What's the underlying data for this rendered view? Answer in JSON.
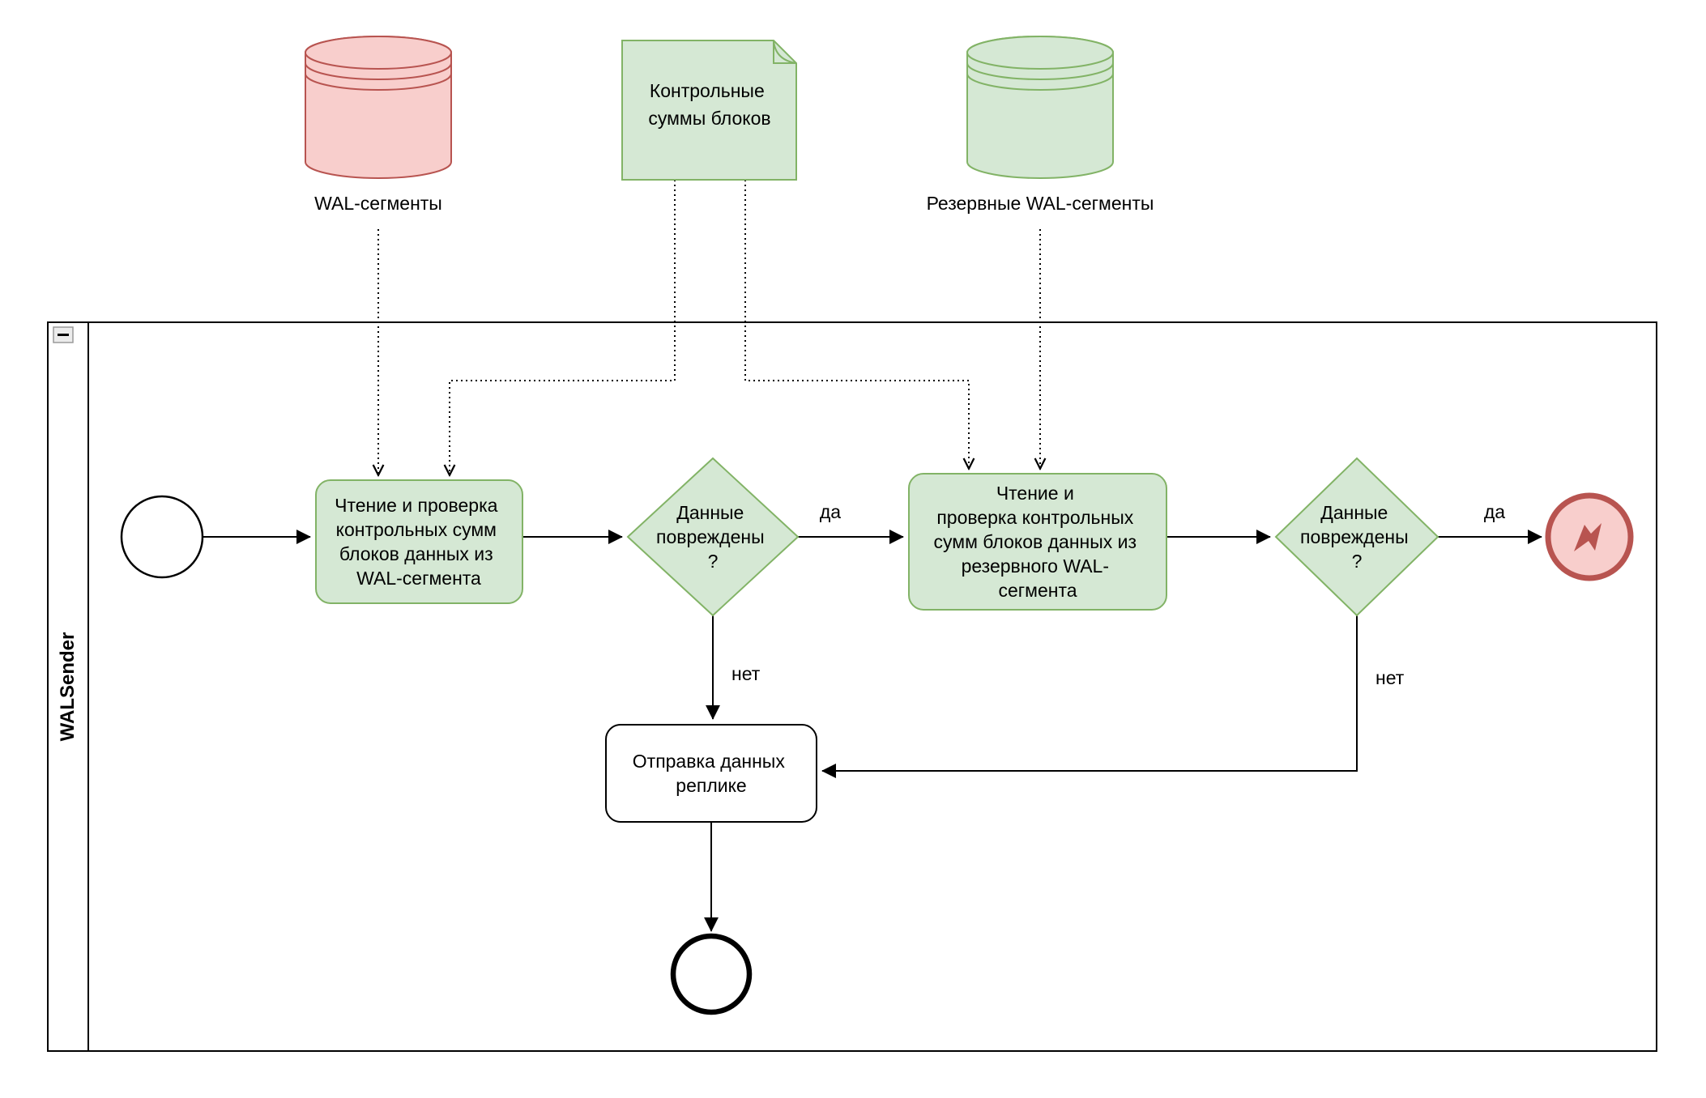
{
  "colors": {
    "green_fill": "#d5e8d4",
    "green_stroke": "#82b366",
    "red_fill": "#f8cecc",
    "red_stroke": "#b85450",
    "flow_line": "#000000",
    "task_plain_fill": "#ffffff"
  },
  "pool": {
    "label": "WALSender"
  },
  "stores": {
    "wal": {
      "label": "WAL-сегменты"
    },
    "checksums": {
      "line1": "Контрольные",
      "line2": "суммы блоков"
    },
    "backup": {
      "label": "Резервные WAL-сегменты"
    }
  },
  "tasks": {
    "read_wal": {
      "line1": "Чтение и проверка",
      "line2": "контрольных сумм",
      "line3": "блоков данных из",
      "line4": "WAL-сегмента"
    },
    "read_backup": {
      "line1": "Чтение и",
      "line2": "проверка контрольных",
      "line3": "сумм блоков данных из",
      "line4": "резервного WAL-",
      "line5": "сегмента"
    },
    "send": {
      "line1": "Отправка данных",
      "line2": "реплике"
    }
  },
  "gateways": {
    "first": {
      "line1": "Данные",
      "line2": "повреждены",
      "line3": "?"
    },
    "second": {
      "line1": "Данные",
      "line2": "повреждены",
      "line3": "?"
    }
  },
  "labels": {
    "yes1": "да",
    "no1": "нет",
    "yes2": "да",
    "no2": "нет"
  },
  "icons": {
    "collapse": "minus-icon",
    "error_event": "lightning-icon",
    "wal_store": "database-cylinder-icon",
    "backup_store": "database-cylinder-icon",
    "checksums_doc": "note-icon"
  }
}
